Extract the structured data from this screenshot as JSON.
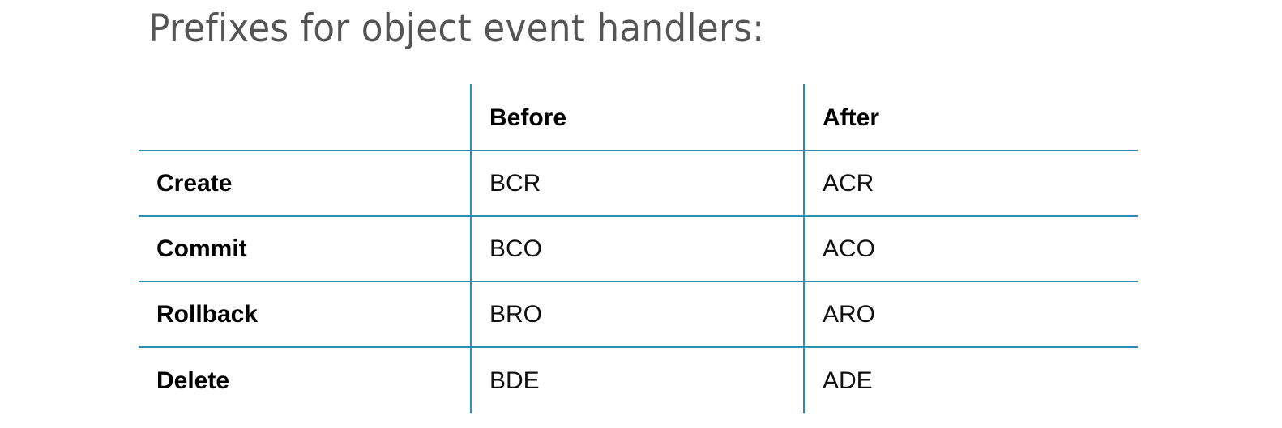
{
  "title": "Prefixes for object event handlers:",
  "table": {
    "headers": [
      "",
      "Before",
      "After"
    ],
    "rows": [
      {
        "label": "Create",
        "before": "BCR",
        "after": "ACR"
      },
      {
        "label": "Commit",
        "before": "BCO",
        "after": "ACO"
      },
      {
        "label": "Rollback",
        "before": "BRO",
        "after": "ARO"
      },
      {
        "label": "Delete",
        "before": "BDE",
        "after": "ADE"
      }
    ]
  },
  "colors": {
    "title": "#555555",
    "rule": "#2b8fb5",
    "text": "#000000"
  }
}
